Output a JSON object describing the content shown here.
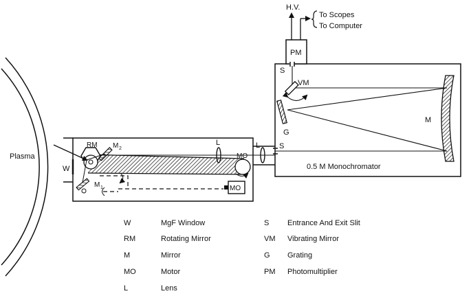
{
  "diagram": {
    "labels": {
      "hv": "H.V.",
      "to_scopes": "To Scopes",
      "to_computer": "To Computer",
      "pm": "PM",
      "s_top": "S",
      "vm": "VM",
      "g": "G",
      "m": "M",
      "s_entrance": "S",
      "lens_left": "L",
      "lens_right": "L",
      "rm": "RM",
      "m2": "M",
      "m2_sub": "2",
      "m1": "M",
      "m1_sub": "1",
      "mo_top": "MO",
      "mo_box": "MO",
      "plasma": "Plasma",
      "w": "W",
      "monochromator": "0.5 M  Monochromator"
    },
    "legend": [
      {
        "code": "W",
        "desc": "MgF Window"
      },
      {
        "code": "RM",
        "desc": "Rotating Mirror"
      },
      {
        "code": "M",
        "desc": "Mirror"
      },
      {
        "code": "MO",
        "desc": "Motor"
      },
      {
        "code": "L",
        "desc": "Lens"
      },
      {
        "code": "S",
        "desc": "Entrance And Exit Slit"
      },
      {
        "code": "VM",
        "desc": "Vibrating Mirror"
      },
      {
        "code": "G",
        "desc": "Grating"
      },
      {
        "code": "PM",
        "desc": "Photomultiplier"
      }
    ]
  }
}
